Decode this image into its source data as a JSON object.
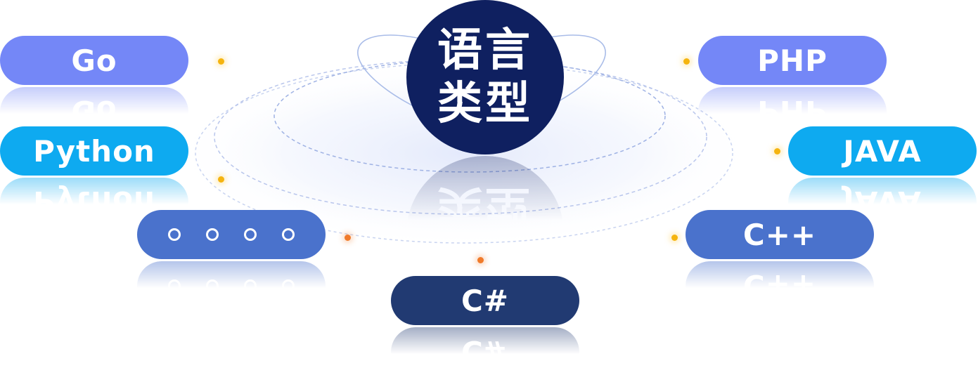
{
  "center": {
    "line1": "语言",
    "line2": "类型"
  },
  "languages": {
    "go": "Go",
    "python": "Python",
    "more": "。。。。",
    "csharp": "C#",
    "php": "PHP",
    "java": "JAVA",
    "cpp": "C++"
  },
  "colors": {
    "periwinkle": "#7487f7",
    "sky": "#0eaaf0",
    "royal": "#4a72cc",
    "navy": "#213a72",
    "center": "#0f2060",
    "spark_gold": "#f5b40f",
    "spark_orange": "#f07a2a"
  }
}
